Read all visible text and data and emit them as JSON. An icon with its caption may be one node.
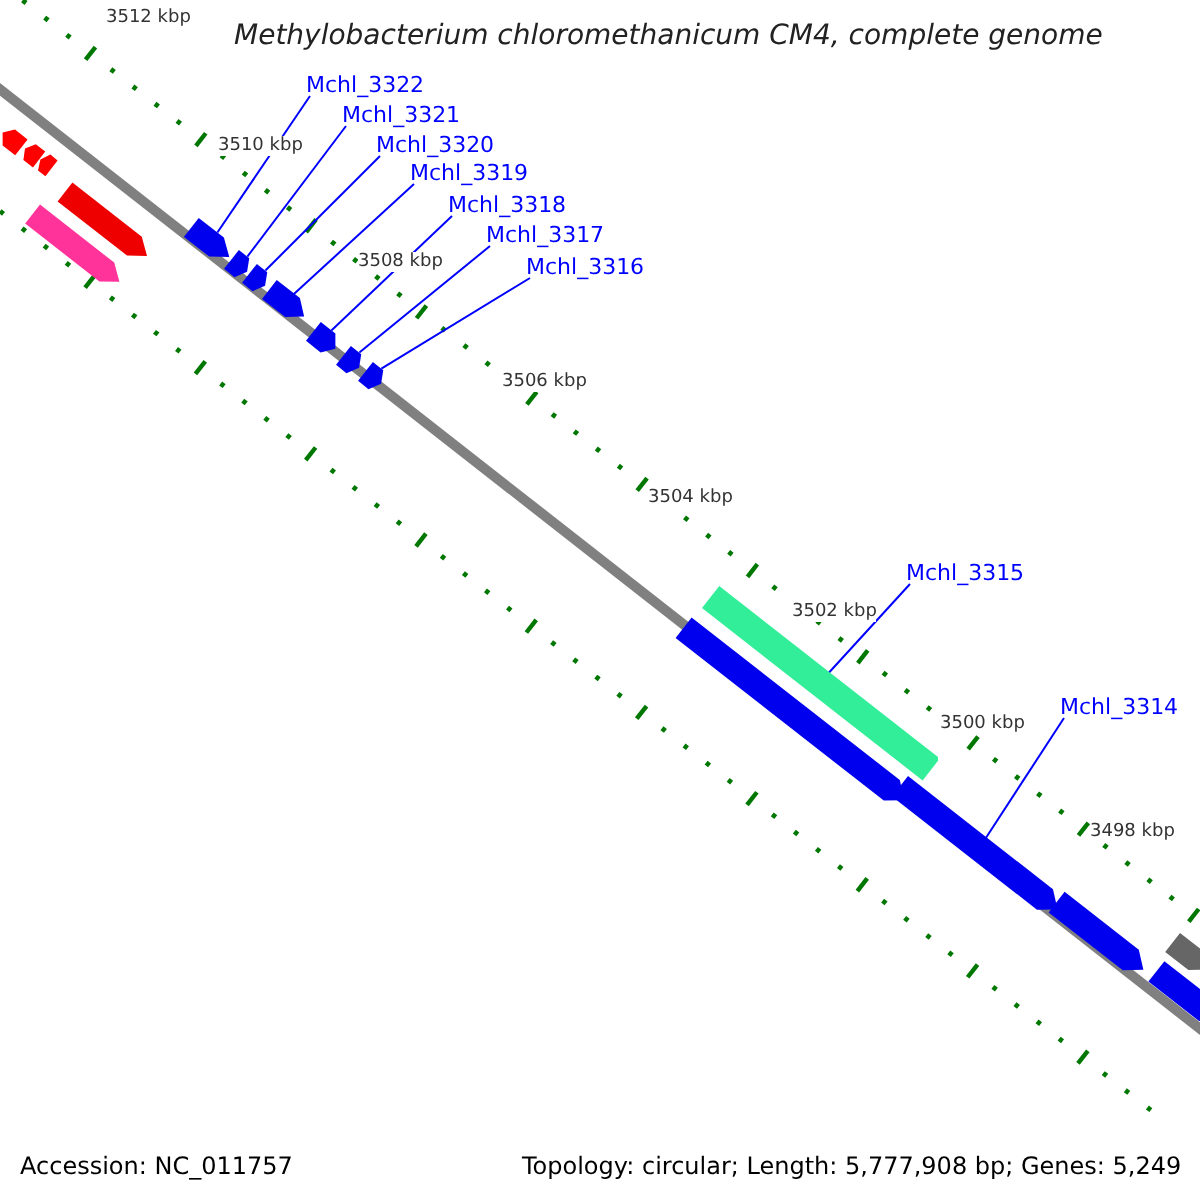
{
  "diagram": {
    "title": "Methylobacterium chloromethanicum CM4, complete genome",
    "nodes": [
      {
        "text": [
          "Mchl_3322"
        ]
      },
      {
        "text": [
          "Mchl_3321"
        ]
      },
      {
        "text": [
          "Mchl_3320"
        ]
      },
      {
        "text": [
          "Mchl_3319"
        ]
      },
      {
        "text": [
          "Mchl_3318"
        ]
      },
      {
        "text": [
          "Mchl_3317"
        ]
      },
      {
        "text": [
          "Mchl_3316"
        ]
      },
      {
        "text": [
          "Mchl_3315"
        ]
      },
      {
        "text": [
          "Mchl_3314"
        ]
      },
      {
        "text": [],
        "shape": "arrow"
      },
      {
        "text": [],
        "shape": "arrow"
      },
      {
        "text": [],
        "shape": "arrow"
      },
      {
        "text": [],
        "shape": "arrow"
      },
      {
        "text": [],
        "shape": "arrow"
      },
      {
        "text": [],
        "shape": "arrow"
      },
      {
        "text": [],
        "shape": "arrow"
      },
      {
        "text": [],
        "shape": "bar"
      },
      {
        "text": [],
        "shape": "arrow"
      }
    ],
    "edges": [
      {
        "from": 0,
        "to": 9,
        "arrow": "none"
      },
      {
        "from": 1,
        "to": 10,
        "arrow": "none"
      },
      {
        "from": 2,
        "to": 11,
        "arrow": "none"
      },
      {
        "from": 3,
        "to": 12,
        "arrow": "none"
      },
      {
        "from": 4,
        "to": 13,
        "arrow": "none"
      },
      {
        "from": 5,
        "to": 14,
        "arrow": "none"
      },
      {
        "from": 6,
        "to": 15,
        "arrow": "none"
      },
      {
        "from": 7,
        "to": 16,
        "arrow": "none"
      },
      {
        "from": 8,
        "to": 17,
        "arrow": "none"
      }
    ],
    "labels": [
      "3512 kbp",
      "3510 kbp",
      "3508 kbp",
      "3506 kbp",
      "3504 kbp",
      "3502 kbp",
      "3500 kbp",
      "3498 kbp",
      "Accession: NC_011757",
      "Topology: circular; Length: 5,777,908 bp; Genes: 5,249"
    ]
  }
}
